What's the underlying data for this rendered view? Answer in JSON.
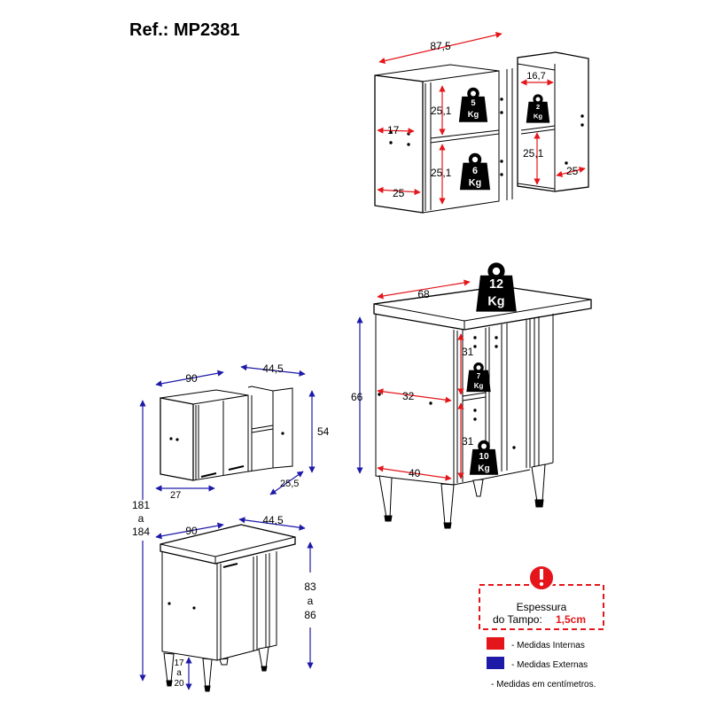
{
  "title": "Ref.: MP2381",
  "upper_cabinet": {
    "width": "87,5",
    "side_width": "16,7",
    "depth_left": "17",
    "depth_bottom": "25",
    "depth_right": "25",
    "shelf_top": "25,1",
    "shelf_bottom": "25,1",
    "side_shelf": "25,1",
    "weights": {
      "top_a": "5",
      "top_b": "Kg",
      "small_a": "2",
      "small_b": "Kg",
      "bottom_a": "6",
      "bottom_b": "Kg"
    }
  },
  "table": {
    "width": "68",
    "height": "66",
    "shelf_top": "31",
    "shelf_bottom": "31",
    "depth_mid": "32",
    "depth_bottom": "40",
    "weights": {
      "top_a": "12",
      "top_b": "Kg",
      "mid_a": "7",
      "mid_b": "Kg",
      "low_a": "10",
      "low_b": "Kg"
    }
  },
  "assembly": {
    "total_height_a": "181",
    "total_height_mid": "a",
    "total_height_b": "184",
    "upper_width": "90",
    "upper_side": "44,5",
    "upper_height": "54",
    "upper_depth_left": "27",
    "upper_depth_right": "25,5",
    "lower_width": "90",
    "lower_side": "44,5",
    "lower_height_a": "83",
    "lower_height_mid": "a",
    "lower_height_b": "86",
    "leg_a": "17",
    "leg_mid": "a",
    "leg_b": "20"
  },
  "notice": {
    "line1": "Espessura",
    "line2_label": "do Tampo:",
    "line2_value": "1,5cm"
  },
  "legend": {
    "internal": "- Medidas Internas",
    "external": "- Medidas Externas",
    "units": "- Medidas em centímetros."
  },
  "colors": {
    "internal": "#e4161b",
    "external": "#1d1aa8",
    "notice": "#e4161b"
  }
}
